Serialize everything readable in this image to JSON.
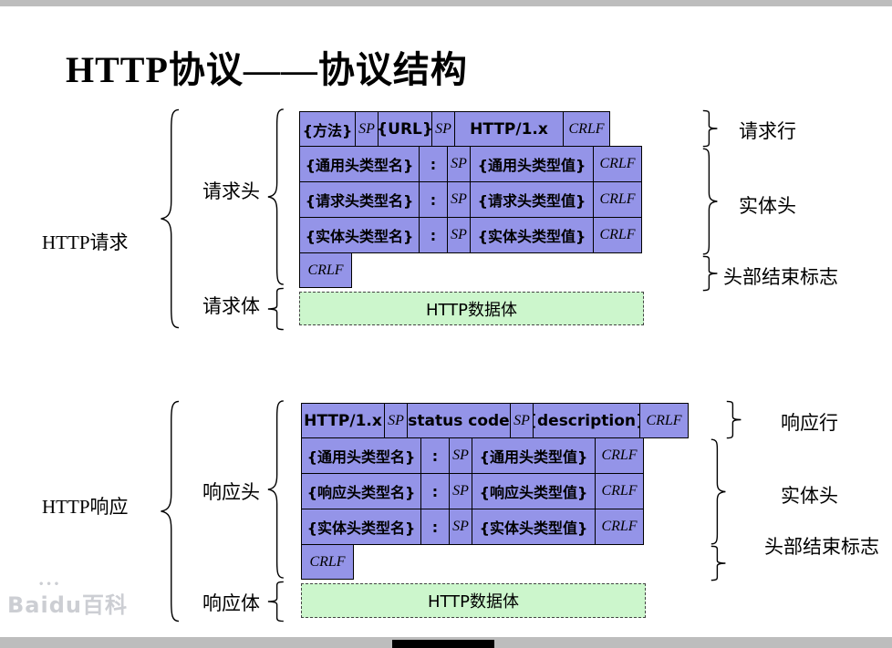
{
  "title": "HTTP协议——协议结构",
  "watermark": "Baidu百科",
  "colors": {
    "cell_fill": "#9494e8",
    "body_fill": "#ccf6cc"
  },
  "request": {
    "group_label": "HTTP请求",
    "header_group_label": "请求头",
    "body_group_label": "请求体",
    "start_line": [
      "{方法}",
      "SP",
      "{URL}",
      "SP",
      "HTTP/1.x",
      "CRLF"
    ],
    "header_rows": [
      {
        "name": "{通用头类型名}",
        "colon": ":",
        "sp": "SP",
        "value": "{通用头类型值}",
        "crlf": "CRLF"
      },
      {
        "name": "{请求头类型名}",
        "colon": ":",
        "sp": "SP",
        "value": "{请求头类型值}",
        "crlf": "CRLF"
      },
      {
        "name": "{实体头类型名}",
        "colon": ":",
        "sp": "SP",
        "value": "{实体头类型值}",
        "crlf": "CRLF"
      }
    ],
    "header_end": "CRLF",
    "body_cell": "HTTP数据体",
    "annotations": {
      "start_line": "请求行",
      "entity_headers": "实体头",
      "header_end": "头部结束标志"
    }
  },
  "response": {
    "group_label": "HTTP响应",
    "header_group_label": "响应头",
    "body_group_label": "响应体",
    "start_line": [
      "HTTP/1.x",
      "SP",
      "{status code}",
      "SP",
      "{description}",
      "CRLF"
    ],
    "header_rows": [
      {
        "name": "{通用头类型名}",
        "colon": ":",
        "sp": "SP",
        "value": "{通用头类型值}",
        "crlf": "CRLF"
      },
      {
        "name": "{响应头类型名}",
        "colon": ":",
        "sp": "SP",
        "value": "{响应头类型值}",
        "crlf": "CRLF"
      },
      {
        "name": "{实体头类型名}",
        "colon": ":",
        "sp": "SP",
        "value": "{实体头类型值}",
        "crlf": "CRLF"
      }
    ],
    "header_end": "CRLF",
    "body_cell": "HTTP数据体",
    "annotations": {
      "start_line": "响应行",
      "entity_headers": "实体头",
      "header_end": "头部结束标志"
    }
  }
}
